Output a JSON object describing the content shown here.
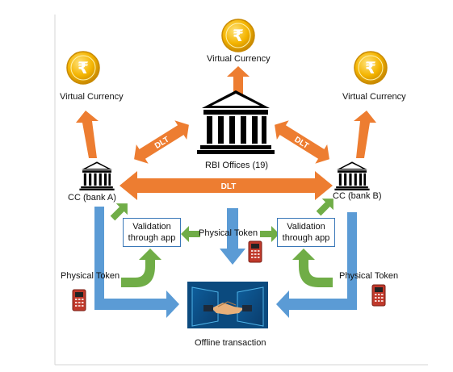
{
  "diagram": {
    "rbi_label": "RBI Offices (19)",
    "cc_a_label": "CC (bank A)",
    "cc_b_label": "CC (bank B)",
    "virtual_currency_left": "Virtual Currency",
    "virtual_currency_center": "Virtual Currency",
    "virtual_currency_right": "Virtual Currency",
    "dlt_left": "DLT",
    "dlt_right": "DLT",
    "dlt_middle": "DLT",
    "validation_left_line1": "Validation",
    "validation_left_line2": "through app",
    "validation_right_line1": "Validation",
    "validation_right_line2": "through app",
    "physical_token_left": "Physical Token",
    "physical_token_center": "Physical Token",
    "physical_token_right": "Physical Token",
    "offline_label": "Offline transaction",
    "coin_symbol": "₹"
  },
  "colors": {
    "orange": "#ED7D31",
    "blue": "#5B9BD5",
    "green": "#70AD47",
    "coin": "#F4B400",
    "token_red": "#C0392B",
    "border_gray": "#d0d0d0"
  },
  "icons": [
    "rupee-coin-icon",
    "bank-building-icon",
    "physical-token-icon",
    "handshake-icon"
  ]
}
